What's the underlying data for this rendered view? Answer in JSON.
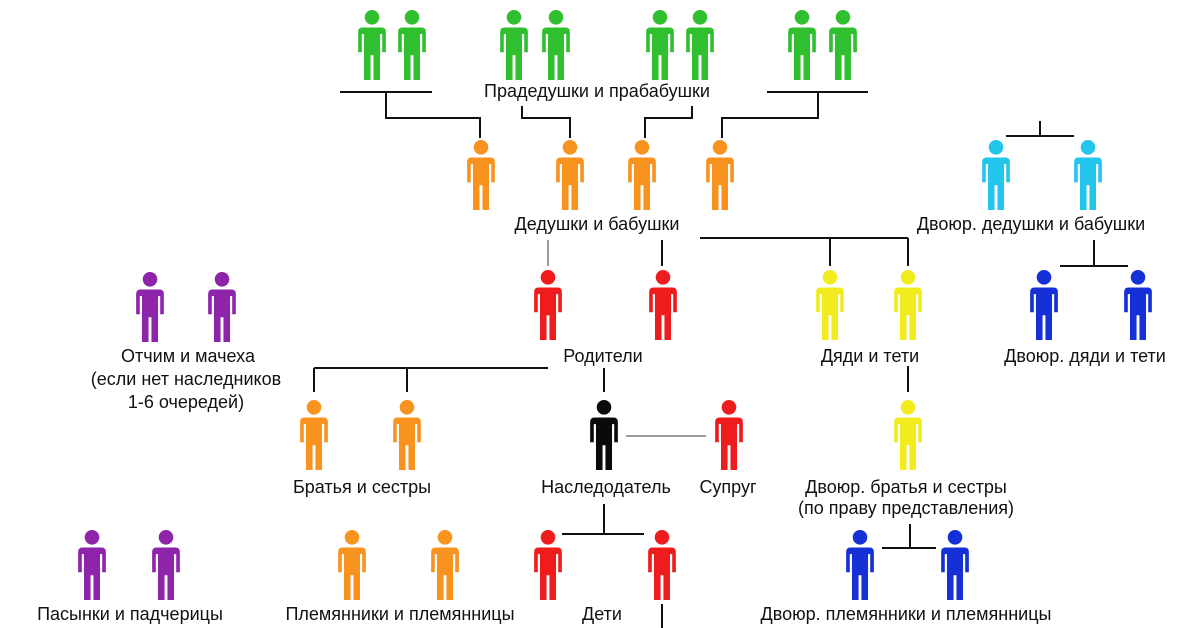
{
  "colors": {
    "green": "#2fbf2f",
    "orange": "#f7931e",
    "cyan": "#22c6ec",
    "red": "#ee1c1c",
    "yellow": "#f2ec1e",
    "blue": "#1430d6",
    "purple": "#8e24aa",
    "black": "#0a0a0a",
    "line": "#111111"
  },
  "groups": {
    "great_grandparents": {
      "label": "Прадедушки и прабабушки",
      "color": "green",
      "count": 8
    },
    "grandparents": {
      "label": "Дедушки и бабушки",
      "color": "orange",
      "count": 4
    },
    "great_uncles_aunts": {
      "label": "Двоюр. дедушки и бабушки",
      "color": "cyan",
      "count": 2
    },
    "stepparents": {
      "label_lines": [
        "Отчим и мачеха",
        "(если нет  наследников",
        "1-6 очередей)"
      ],
      "color": "purple",
      "count": 2
    },
    "parents": {
      "label": "Родители",
      "color": "red",
      "count": 2
    },
    "uncles_aunts": {
      "label": "Дяди и тети",
      "color": "yellow",
      "count": 2
    },
    "first_cousins_once_removed": {
      "label": "Двоюр. дяди и тети",
      "color": "blue",
      "count": 2
    },
    "siblings": {
      "label": "Братья и сестры",
      "color": "orange",
      "count": 2
    },
    "testator": {
      "label": "Наследодатель",
      "color": "black",
      "count": 1
    },
    "spouse": {
      "label": "Супруг",
      "color": "red",
      "count": 1
    },
    "cousins": {
      "label_lines": [
        "Двоюр. братья и сестры",
        "(по праву представления)"
      ],
      "color": "yellow",
      "count": 1
    },
    "stepchildren": {
      "label": "Пасынки и падчерицы",
      "color": "purple",
      "count": 2
    },
    "nephews_nieces": {
      "label": "Племянники и племянницы",
      "color": "orange",
      "count": 2
    },
    "children": {
      "label": "Дети",
      "color": "red",
      "count": 2
    },
    "cousins_children": {
      "label": "Двоюр. племянники и племянницы",
      "color": "blue",
      "count": 2
    }
  }
}
